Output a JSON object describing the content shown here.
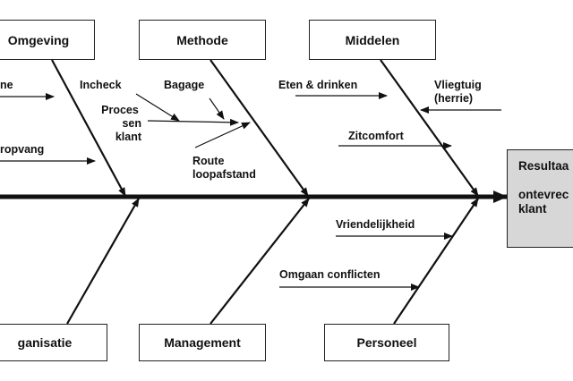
{
  "colors": {
    "line": "#111111",
    "result_fill": "#d7d7d7",
    "box_border": "#222222"
  },
  "categories": {
    "omgeving": "Omgeving",
    "methode": "Methode",
    "middelen": "Middelen",
    "organisatie": "ganisatie",
    "management": "Management",
    "personeel": "Personeel"
  },
  "result": {
    "title": "Resultaa",
    "line1": "ontevrec",
    "line2": "klant"
  },
  "causes": {
    "omgeving_1": "ne",
    "omgeving_2": "ropvang",
    "methode_incheck": "Incheck",
    "methode_bagage": "Bagage",
    "methode_proces_1": "Proces",
    "methode_proces_2": "sen",
    "methode_proces_3": "klant",
    "methode_route_1": "Route",
    "methode_route_2": "loopafstand",
    "middelen_eten": "Eten & drinken",
    "middelen_vliegtuig_1": "Vliegtuig",
    "middelen_vliegtuig_2": "(herrie)",
    "middelen_zitcomfort": "Zitcomfort",
    "personeel_vriendelijkheid": "Vriendelijkheid",
    "personeel_conflicten": "Omgaan conflicten"
  }
}
